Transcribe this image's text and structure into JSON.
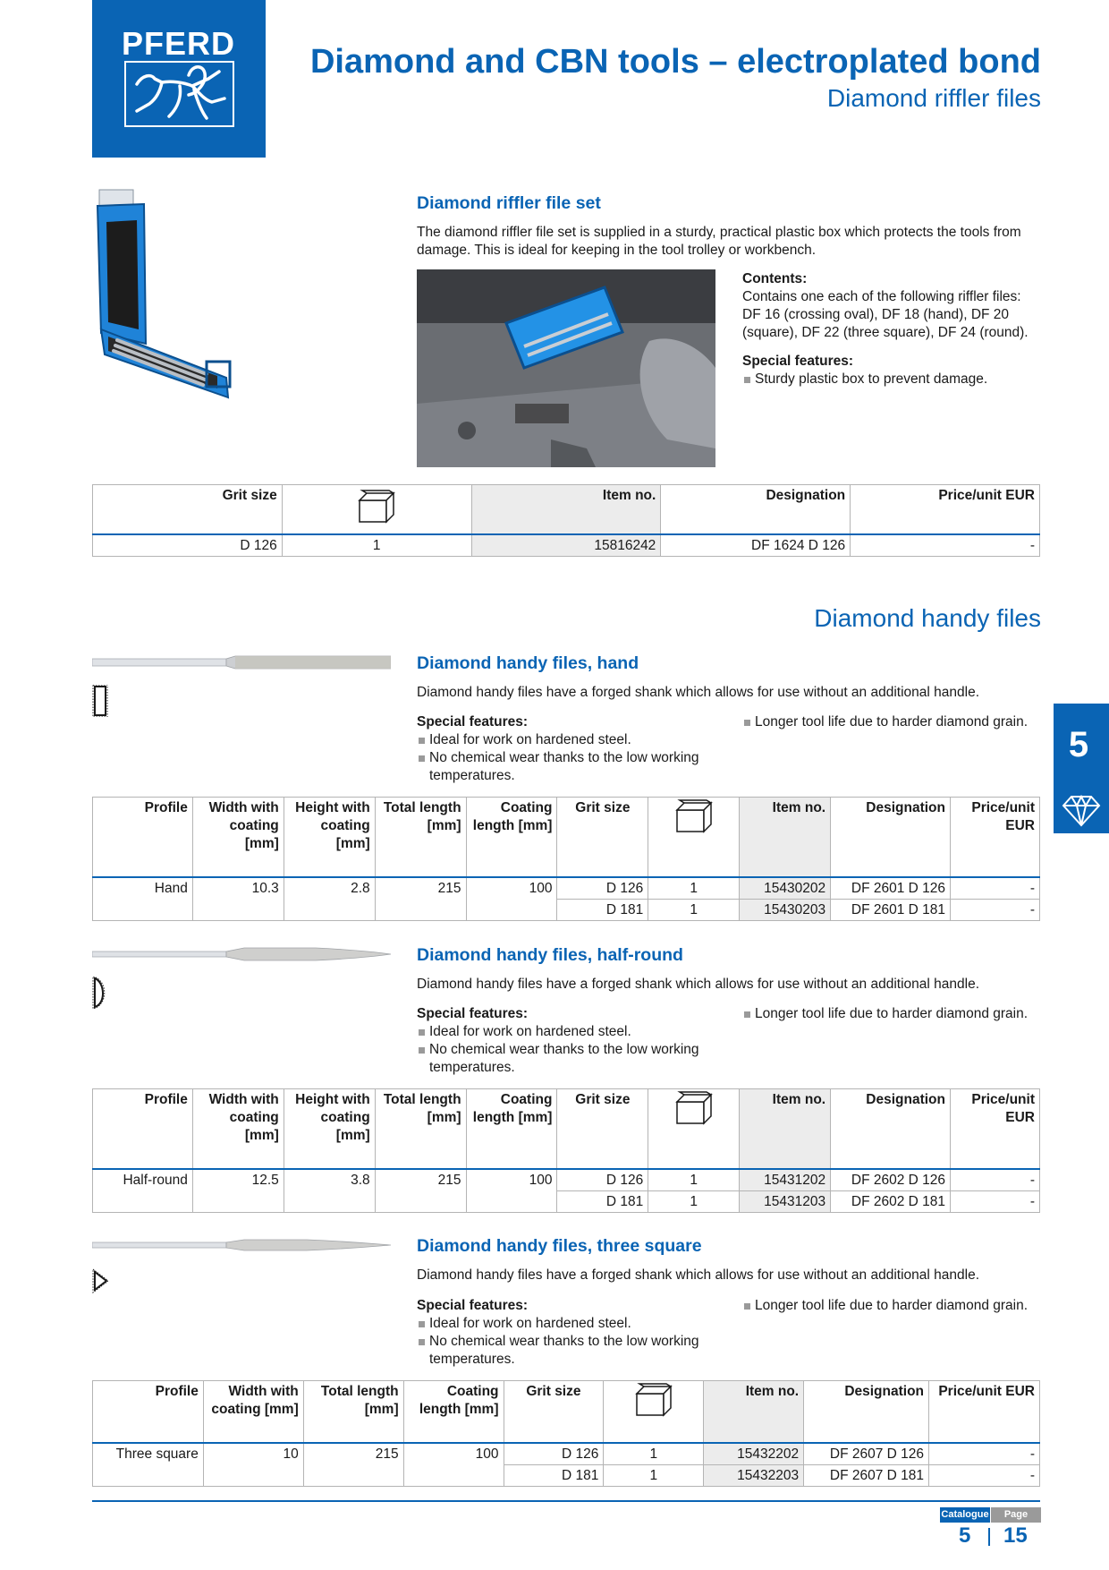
{
  "brand": {
    "name": "PFERD"
  },
  "header": {
    "title": "Diamond and CBN tools – electroplated bond",
    "subtitle": "Diamond riffler files"
  },
  "side_tab": {
    "chapter": "5"
  },
  "set_section": {
    "heading": "Diamond riffler file set",
    "intro": "The diamond riffler file set is supplied in a sturdy, practical plastic box which protects the tools from damage. This is ideal for keeping in the tool trolley or workbench.",
    "contents_label": "Contents:",
    "contents_text": "Contains one each of the following riffler files: DF 16 (crossing oval), DF 18 (hand), DF 20 (square), DF 22 (three square), DF 24 (round).",
    "features_label": "Special features:",
    "features": [
      "Sturdy plastic box to prevent damage."
    ],
    "table": {
      "headers": [
        "Grit size",
        "Item no.",
        "Designation",
        "Price/unit EUR"
      ],
      "rows": [
        [
          "D 126",
          "1",
          "15816242",
          "DF 1624 D 126",
          "-"
        ]
      ]
    }
  },
  "handy_section_title": "Diamond handy files",
  "common_text": {
    "intro": "Diamond handy files have a forged shank which allows for use without an additional handle.",
    "features_label": "Special features:",
    "feature_1": "Ideal for work on hardened steel.",
    "feature_2": "No chemical wear thanks to the low working temperatures.",
    "feature_3": "Longer tool life due to harder diamond grain."
  },
  "hand": {
    "heading": "Diamond handy files, hand",
    "headers": [
      "Profile",
      "Width with coating [mm]",
      "Height with coating [mm]",
      "Total length [mm]",
      "Coating length [mm]",
      "Grit size",
      "Item no.",
      "Designation",
      "Price/unit EUR"
    ],
    "rows": [
      [
        "Hand",
        "10.3",
        "2.8",
        "215",
        "100",
        "D 126",
        "1",
        "15430202",
        "DF 2601 D 126",
        "-"
      ],
      [
        "",
        "",
        "",
        "",
        "",
        "D 181",
        "1",
        "15430203",
        "DF 2601 D 181",
        "-"
      ]
    ]
  },
  "half_round": {
    "heading": "Diamond handy files, half-round",
    "rows": [
      [
        "Half-round",
        "12.5",
        "3.8",
        "215",
        "100",
        "D 126",
        "1",
        "15431202",
        "DF 2602 D 126",
        "-"
      ],
      [
        "",
        "",
        "",
        "",
        "",
        "D 181",
        "1",
        "15431203",
        "DF 2602 D 181",
        "-"
      ]
    ]
  },
  "three_square": {
    "heading": "Diamond handy files, three square",
    "headers": [
      "Profile",
      "Width with coating [mm]",
      "Total length [mm]",
      "Coating length [mm]",
      "Grit size",
      "Item no.",
      "Designation",
      "Price/unit EUR"
    ],
    "rows": [
      [
        "Three square",
        "10",
        "215",
        "100",
        "D 126",
        "1",
        "15432202",
        "DF 2607 D 126",
        "-"
      ],
      [
        "",
        "",
        "",
        "",
        "D 181",
        "1",
        "15432203",
        "DF 2607 D 181",
        "-"
      ]
    ]
  },
  "footer": {
    "catalogue_label": "Catalogue",
    "page_label": "Page",
    "catalogue": "5",
    "page": "15"
  },
  "colors": {
    "brand_blue": "#0a64b4",
    "shade": "#ececec"
  }
}
